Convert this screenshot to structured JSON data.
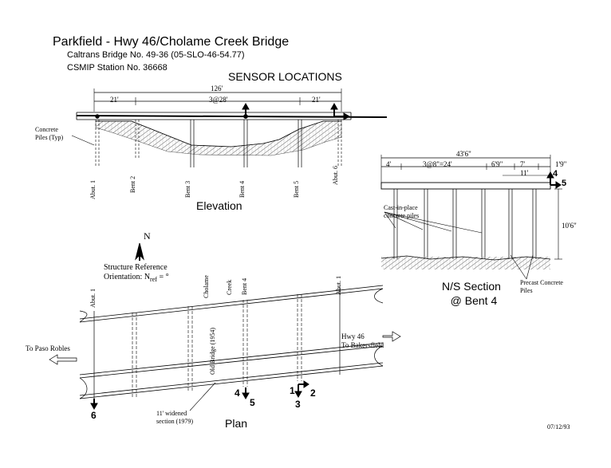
{
  "header": {
    "title": "Parkfield - Hwy 46/Cholame Creek Bridge",
    "caltrans": "Caltrans Bridge No. 49-36 (05-SLO-46-54.77)",
    "csmip": "CSMIP Station No. 36668",
    "sensor_heading": "SENSOR LOCATIONS"
  },
  "elevation": {
    "overall_dim": "126'",
    "dim_left": "21'",
    "dim_mid": "3@28'",
    "dim_right": "21'",
    "concrete_piles_line1": "Concrete",
    "concrete_piles_line2": "Piles (Typ)",
    "supports": [
      "Abut. 1",
      "Bent 2",
      "Bent 3",
      "Bent 4",
      "Bent 5",
      "Abut. 6"
    ],
    "title": "Elevation"
  },
  "section": {
    "overall_dim": "43'6\"",
    "dim_4": "4'",
    "dim_3at8": "3@8\"=24'",
    "dim_6_9": "6'9\"",
    "dim_7": "7'",
    "dim_1_9": "1'9\"",
    "dim_11": "11'",
    "height_dim": "10'6\"",
    "cip_line1": "Cast-in-place",
    "cip_line2": "concrete piles",
    "precast_line1": "Precast Concrete",
    "precast_line2": "Piles",
    "sensor_4": "4",
    "sensor_5": "5",
    "title_line1": "N/S Section",
    "title_line2": "@ Bent 4"
  },
  "plan": {
    "north": "N",
    "ref_line1": "Structure Reference",
    "ref_line2_prefix": "Orientation: N",
    "ref_sub": "ref",
    "ref_suffix": " = °",
    "labels_vertical": [
      "Abut. 1",
      "Cholame",
      "Creek",
      "Bent 4",
      "Abut. 1"
    ],
    "old_bridge": "Old Bridge (1954)",
    "to_paso": "To Paso Robles",
    "hwy46": "Hwy 46",
    "to_bakersfield": "To Bakersfield",
    "widened_line1": "11' widened",
    "widened_line2": "section (1979)",
    "sensor_6": "6",
    "sensor_4": "4",
    "sensor_5": "5",
    "sensor_1": "1",
    "sensor_2": "2",
    "sensor_3": "3",
    "title": "Plan"
  },
  "date": "07/12/93"
}
